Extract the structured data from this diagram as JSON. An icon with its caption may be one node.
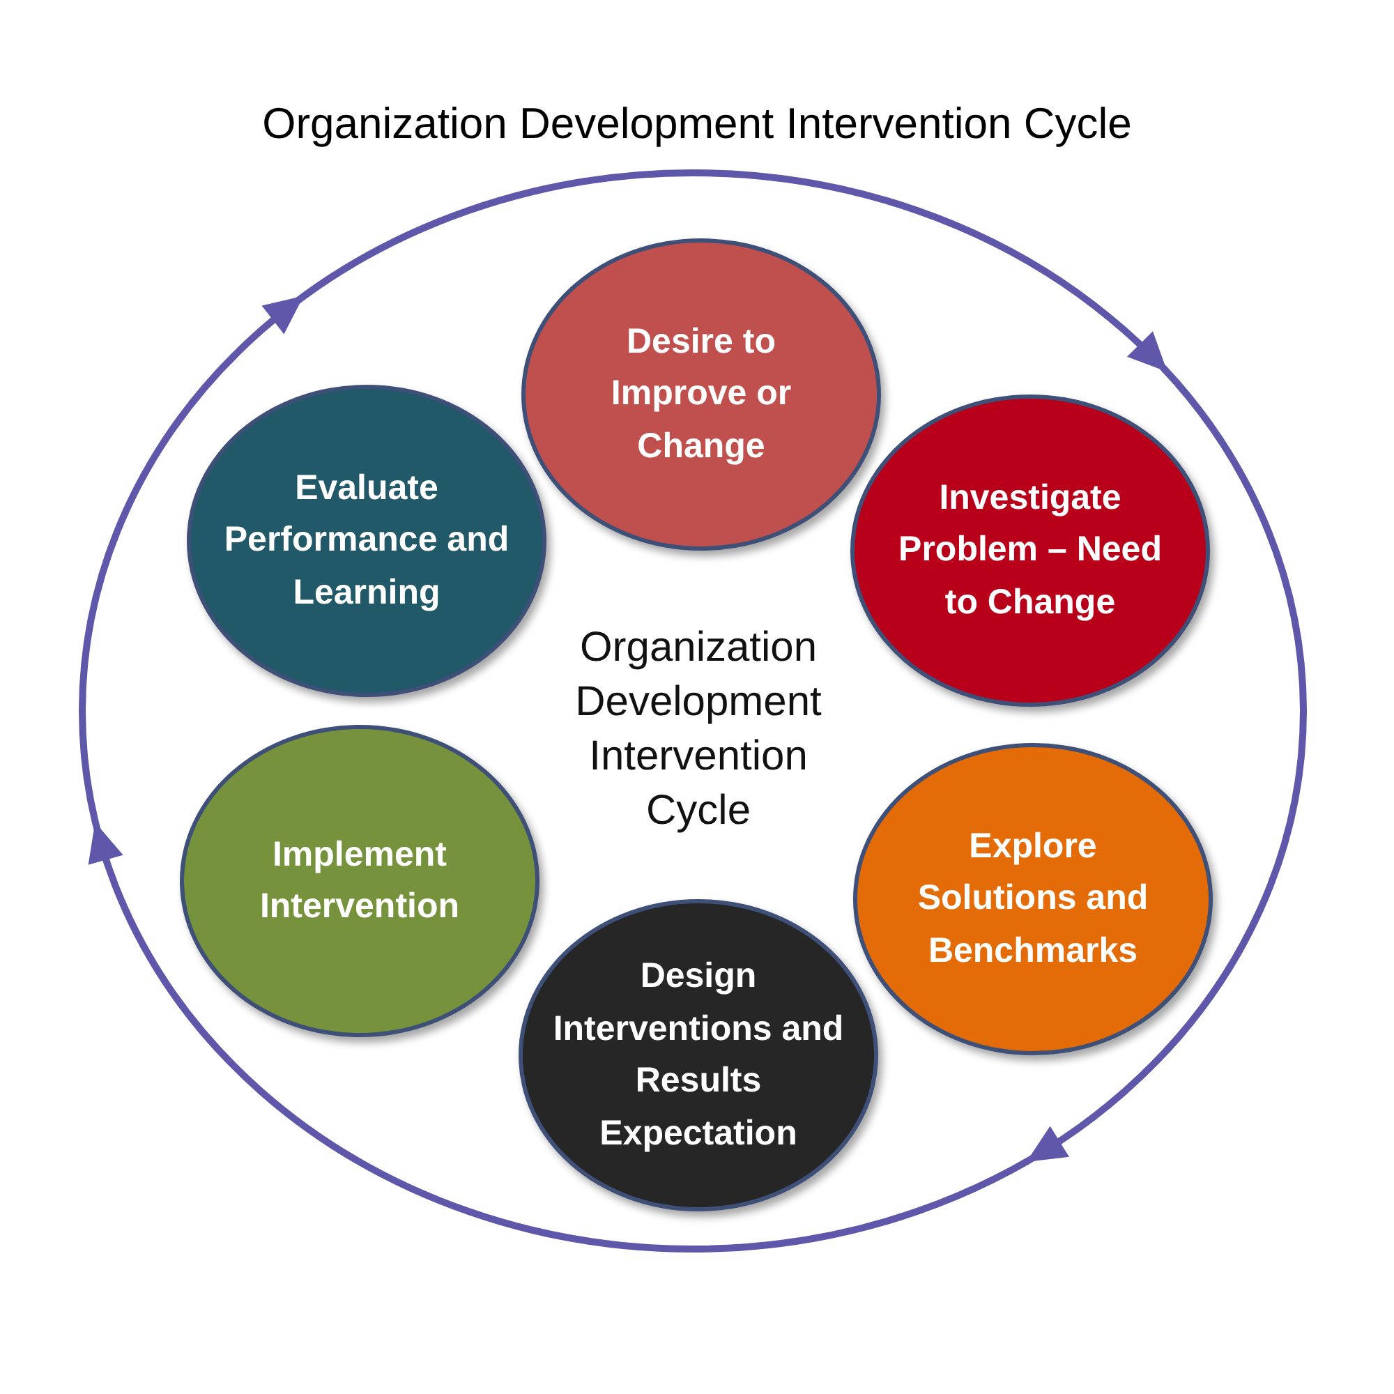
{
  "diagram": {
    "title": "Organization Development Intervention Cycle",
    "nodes": [
      {
        "text": [
          "Desire to Improve or Change"
        ]
      },
      {
        "text": [
          "Investigate Problem – Need to Change"
        ]
      },
      {
        "text": [
          "Explore Solutions and Benchmarks"
        ]
      },
      {
        "text": [
          "Design Interventions and Results Expectation"
        ]
      },
      {
        "text": [
          "Implement Intervention"
        ]
      },
      {
        "text": [
          "Evaluate Performance and Learning"
        ]
      }
    ],
    "labels": [
      "Organization Development Intervention Cycle"
    ]
  }
}
